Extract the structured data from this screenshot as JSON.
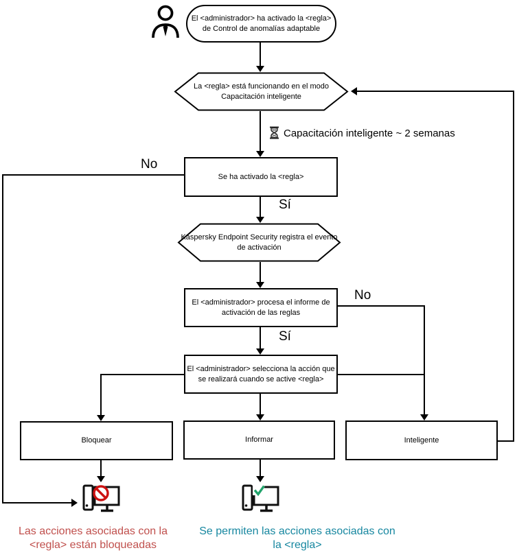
{
  "colors": {
    "line": "#000000",
    "prohibit_red": "#cc1111",
    "check_green": "#21a36b",
    "blocked_text": "#c0504d",
    "allowed_text": "#1787a0",
    "background": "#ffffff"
  },
  "nodes": {
    "start": {
      "line1": "El <administrador> ha activado la <regla>",
      "line2": "de Control de anomalías adaptable"
    },
    "mode_hexagon": {
      "line1": "La <regla> está funcionando en el modo",
      "line2": "Capacitación inteligente"
    },
    "rule_triggered": {
      "text": "Se ha activado la <regla>"
    },
    "register_hexagon": {
      "line1": "Kaspersky Endpoint Security registra el evento",
      "line2": "de activación"
    },
    "process_report": {
      "line1": "El <administrador> procesa el informe de",
      "line2": "activación de las reglas"
    },
    "select_action": {
      "line1": "El <administrador> selecciona la acción que",
      "line2": "se realizará cuando se active <regla>"
    },
    "action_block": {
      "label": "Bloquear"
    },
    "action_inform": {
      "label": "Informar"
    },
    "action_smart": {
      "label": "Inteligente"
    }
  },
  "edge_labels": {
    "no_left": "No",
    "yes_after_trigger": "Sí",
    "no_after_report": "No",
    "yes_after_report": "Sí"
  },
  "annotations": {
    "training_duration": "Capacitación inteligente ~ 2 semanas"
  },
  "outcomes": {
    "blocked": {
      "line1": "Las acciones asociadas con la",
      "line2": "<regla> están bloqueadas"
    },
    "allowed": {
      "line1": "Se permiten las acciones asociadas con",
      "line2": "la <regla>"
    }
  },
  "icons": {
    "person": "person-icon",
    "hourglass": "hourglass-icon",
    "blocked_computer": "computer-blocked-icon",
    "allowed_computer": "computer-allowed-icon"
  }
}
